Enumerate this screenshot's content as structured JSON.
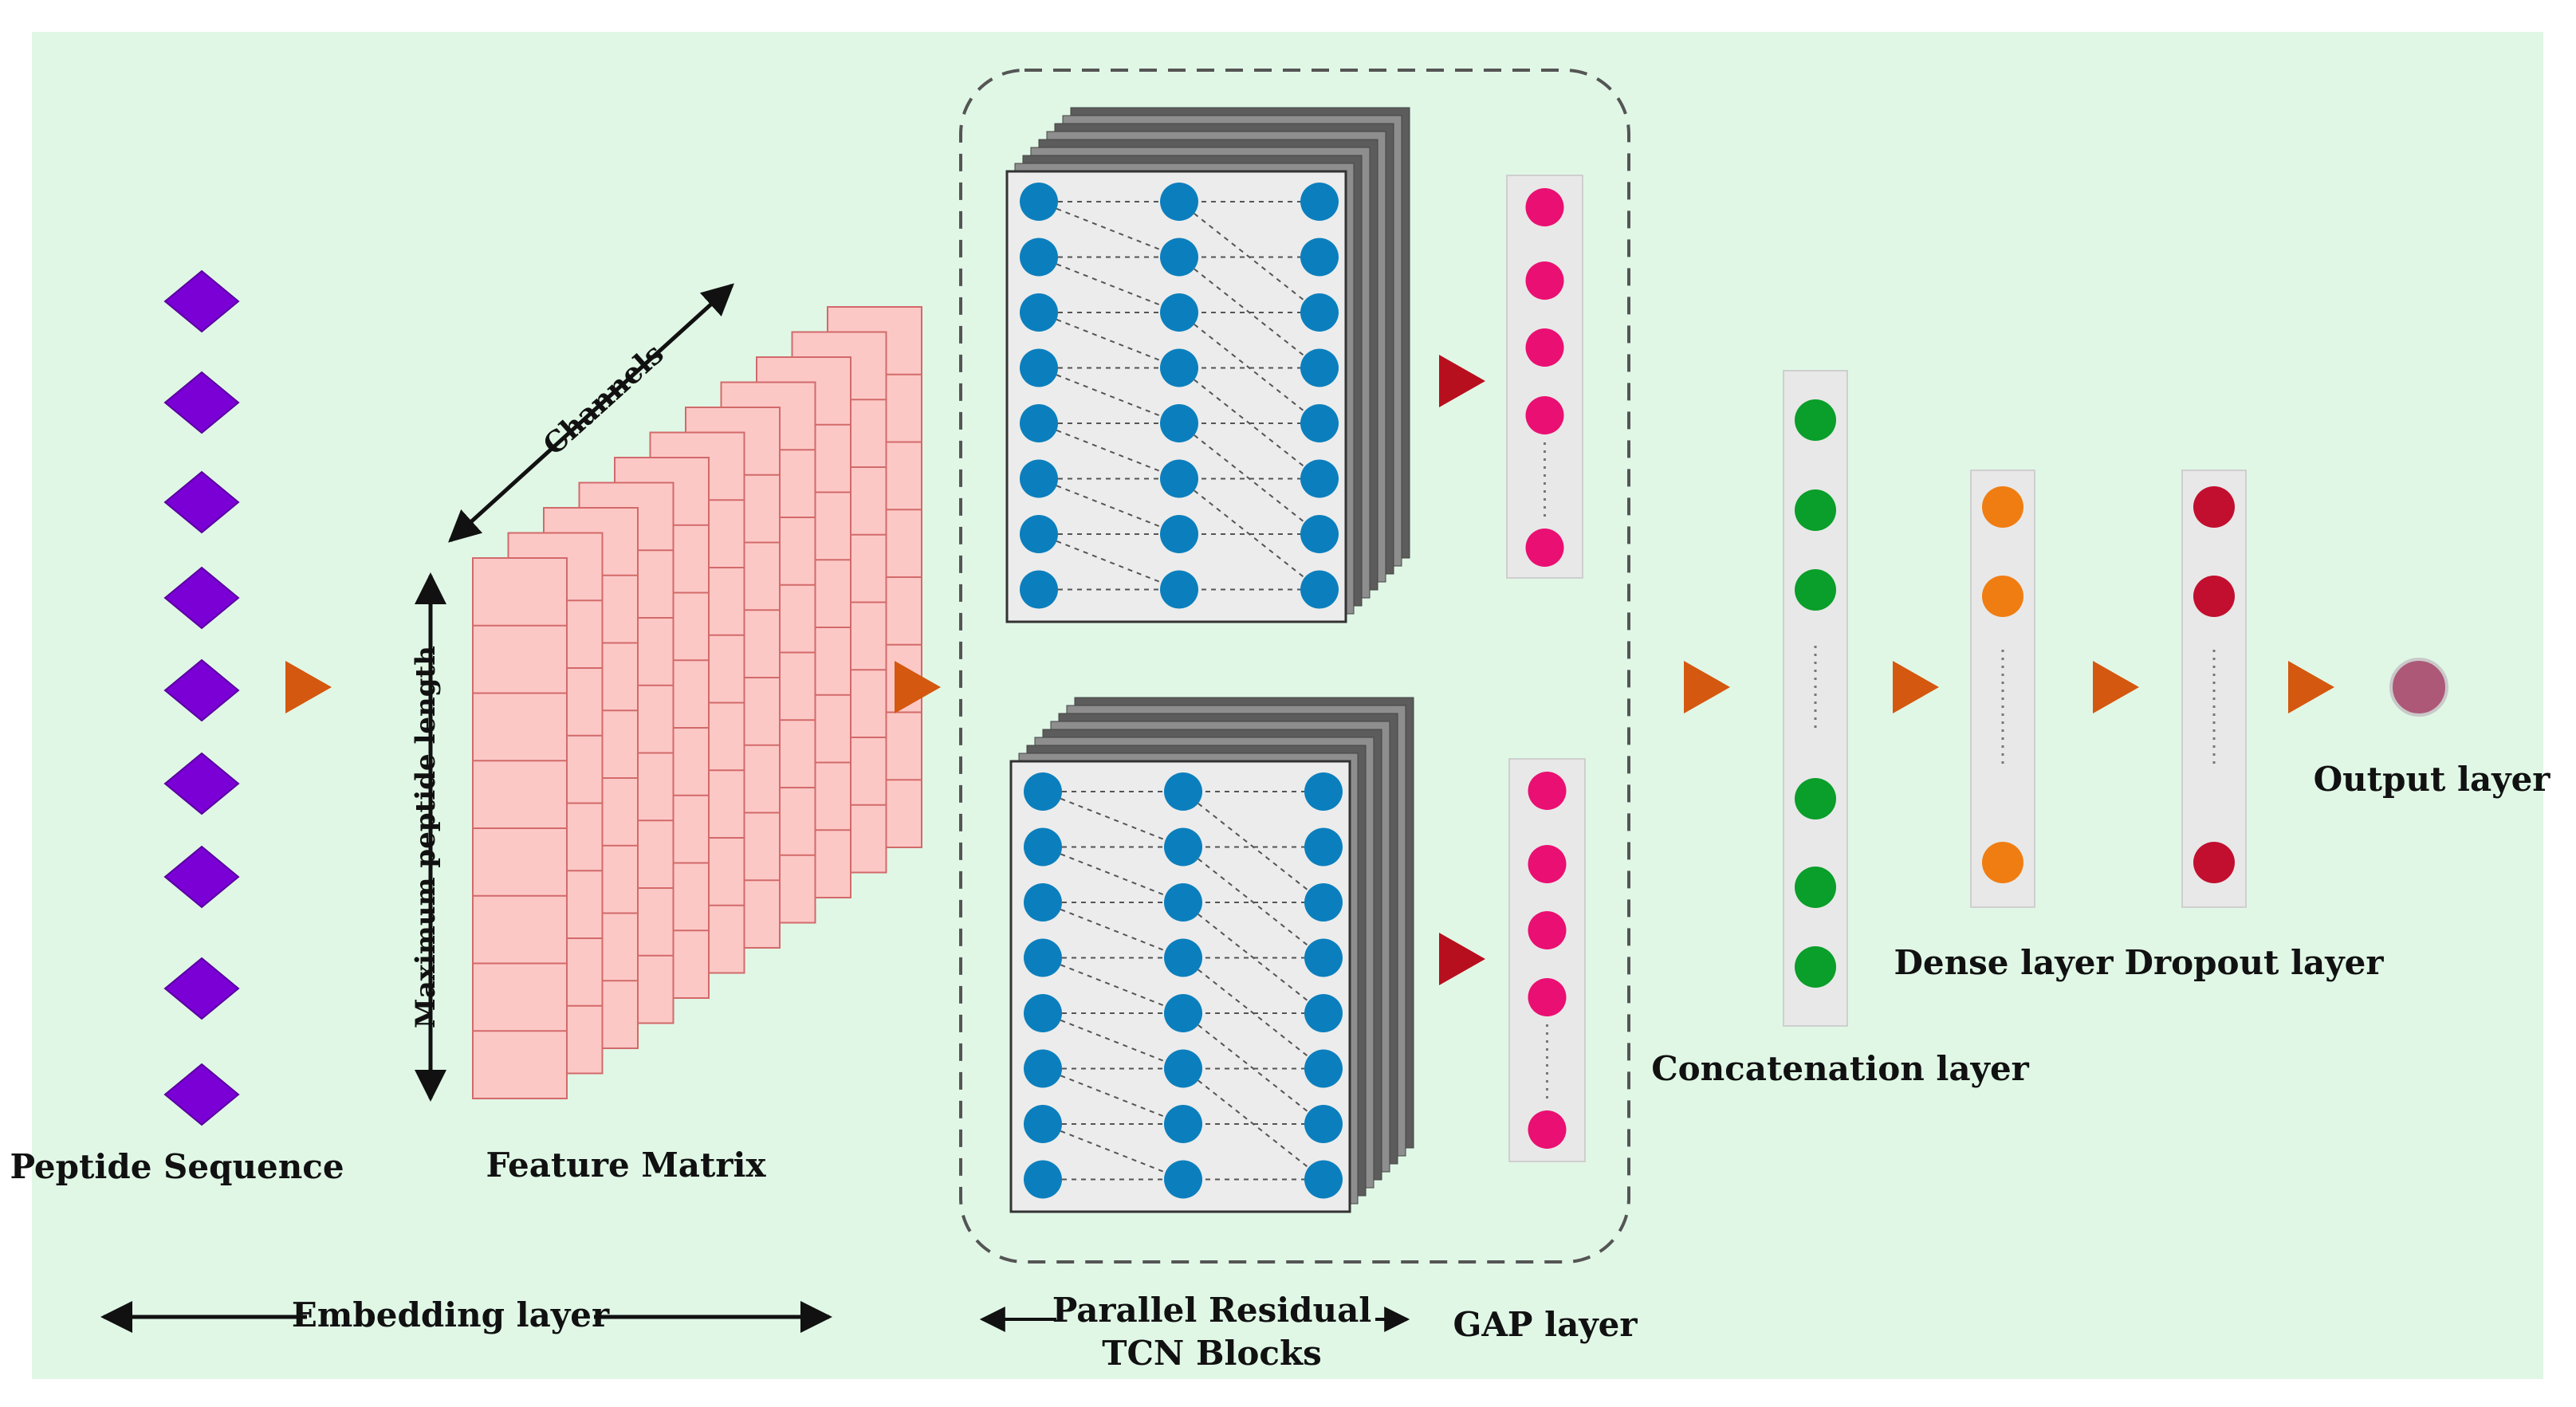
{
  "labels": {
    "peptide_sequence": "Peptide Sequence",
    "feature_matrix": "Feature Matrix",
    "channels": "Channels",
    "max_peptide_length": "Maximum peptide length",
    "embedding_layer": "Embedding layer",
    "tcn_line1": "Parallel Residual",
    "tcn_line2": "TCN Blocks",
    "gap_layer": "GAP layer",
    "concat_layer": "Concatenation layer",
    "dense_layer": "Dense layer",
    "dropout_layer": "Dropout layer",
    "output_layer": "Output layer"
  },
  "colors": {
    "background": "#e0f7e6",
    "diamond": "#7a00d6",
    "feature_cell": "#fcc8c6",
    "feature_edge": "#d26a6a",
    "tcn_node": "#0b7fbd",
    "tcn_panel": "#ececec",
    "gap_node": "#ea0f72",
    "concat_node": "#0a9e2a",
    "dense_node": "#f07d12",
    "dropout_node": "#c20f2f",
    "output_node": "#ad5877",
    "arrow_orange": "#d4580f",
    "arrow_red": "#b80f1e"
  },
  "icons": {
    "token": "diamond-icon",
    "flow": "triangle-right-icon",
    "node": "circle-icon"
  }
}
